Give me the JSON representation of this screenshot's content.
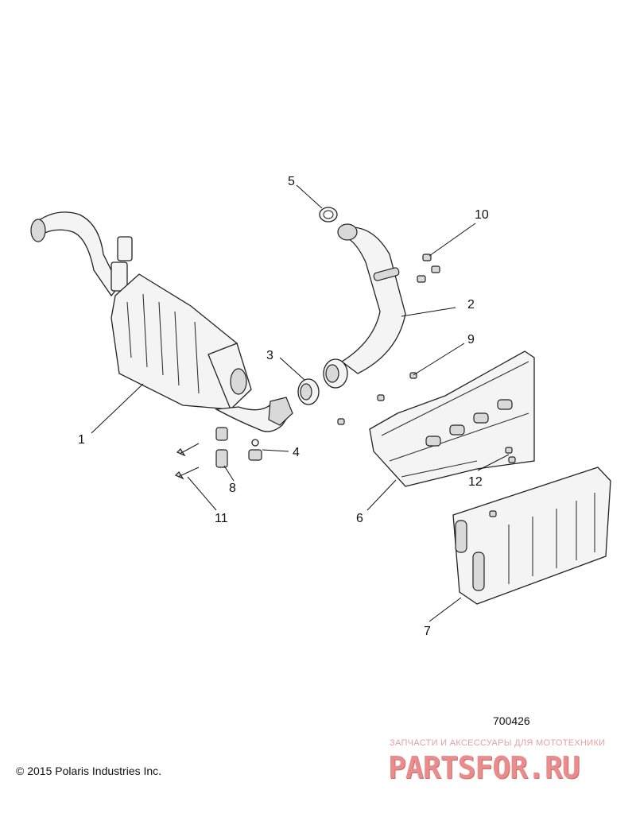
{
  "diagram": {
    "callouts": [
      "1",
      "2",
      "3",
      "4",
      "5",
      "6",
      "7",
      "8",
      "9",
      "10",
      "11",
      "12"
    ],
    "reference_number": "700426",
    "copyright": "© 2015 Polaris Industries Inc.",
    "watermark": {
      "tagline": "ЗАПЧАСТИ И АКСЕССУАРЫ ДЛЯ МОТОТЕХНИКИ",
      "logo_text": "PARTSFOR.RU"
    },
    "colors": {
      "line": "#222222",
      "watermark": "#e88c8c"
    }
  }
}
